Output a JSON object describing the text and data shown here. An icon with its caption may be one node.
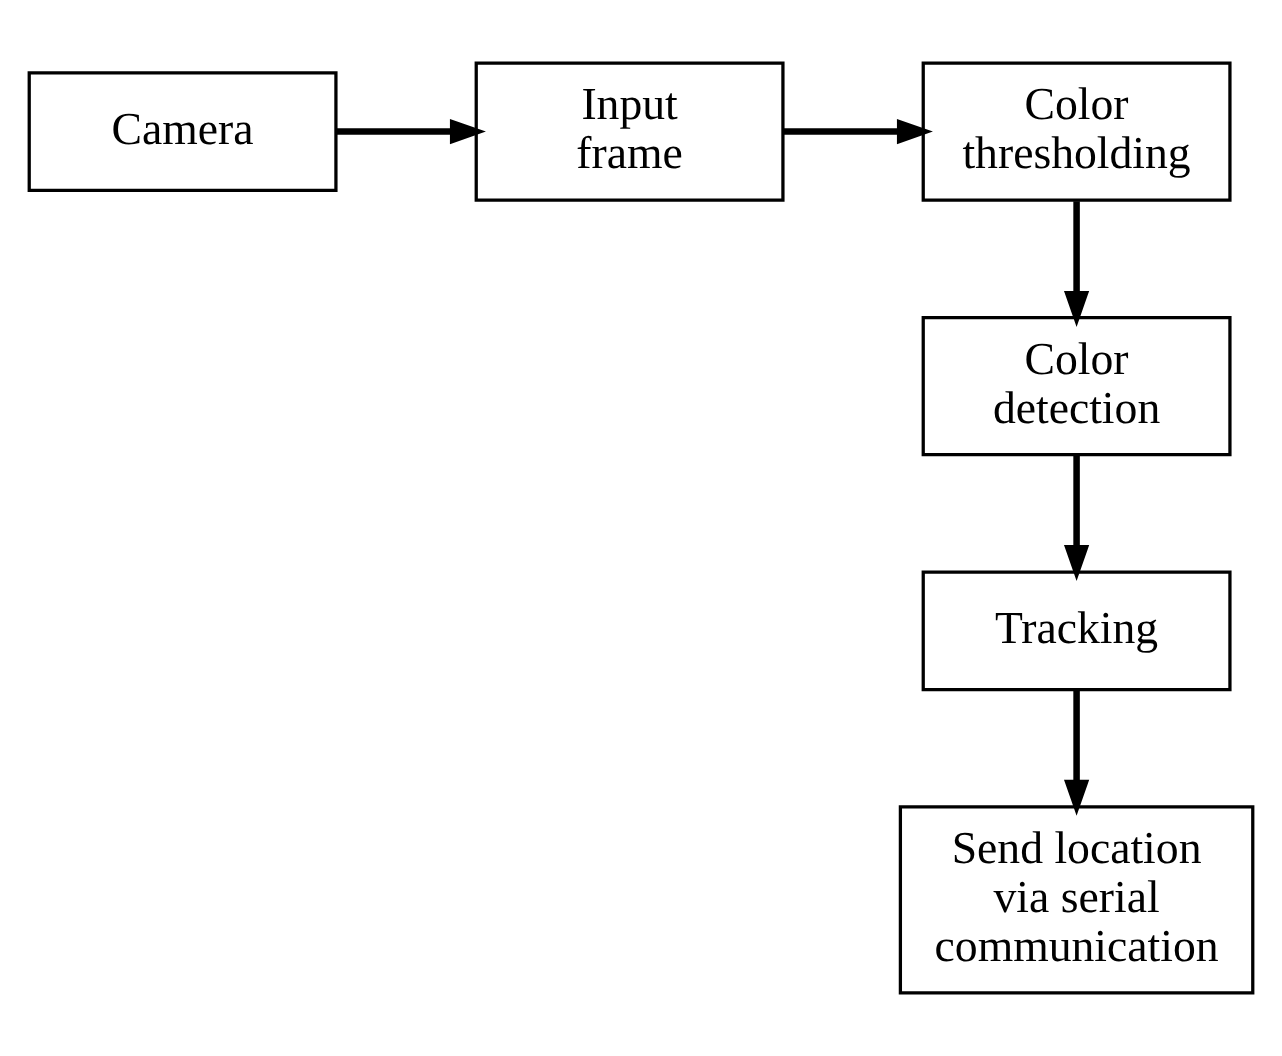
{
  "diagram": {
    "nodes": [
      {
        "text": [
          "Camera"
        ]
      },
      {
        "text": [
          "Input frame"
        ]
      },
      {
        "text": [
          "Color thresholding"
        ]
      },
      {
        "text": [
          "Color detection"
        ]
      },
      {
        "text": [
          "Tracking"
        ]
      },
      {
        "text": [
          "Send location via serial communication"
        ]
      }
    ],
    "edges": [
      {
        "from": 0,
        "to": 1,
        "arrow": "to"
      },
      {
        "from": 1,
        "to": 2,
        "arrow": "to"
      },
      {
        "from": 2,
        "to": 3,
        "arrow": "to"
      },
      {
        "from": 3,
        "to": 4,
        "arrow": "to"
      },
      {
        "from": 4,
        "to": 5,
        "arrow": "to"
      }
    ]
  }
}
